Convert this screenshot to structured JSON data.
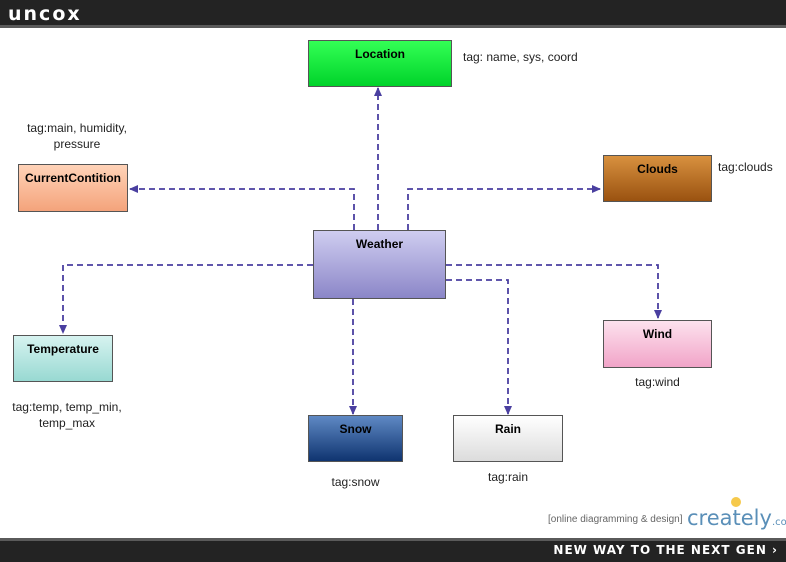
{
  "header": {
    "logo_text": "uncox"
  },
  "footer": {
    "tagline": "NEW WAY TO THE NEXT GEN ›"
  },
  "credit": {
    "text": "[online diagramming & design]",
    "brand": "creately",
    "brand_suffix": ".com"
  },
  "nodes": {
    "location": {
      "label": "Location",
      "tag": "tag: name, sys, coord",
      "color": "#00ee33"
    },
    "current": {
      "label": "CurrentContition",
      "tag": "tag:main, humidity, pressure",
      "color": "#f8b28c"
    },
    "clouds": {
      "label": "Clouds",
      "tag": "tag:clouds",
      "color": "#b86e22"
    },
    "weather": {
      "label": "Weather",
      "color": "#9b97d4"
    },
    "temperature": {
      "label": "Temperature",
      "tag": "tag:temp, temp_min, temp_max",
      "color": "#a8e2dc"
    },
    "wind": {
      "label": "Wind",
      "tag": "tag:wind",
      "color": "#f4b6d2"
    },
    "snow": {
      "label": "Snow",
      "tag": "tag:snow",
      "color": "#204a85"
    },
    "rain": {
      "label": "Rain",
      "tag": "tag:rain",
      "color": "#e8e8e8"
    }
  },
  "line_color": "#4a3fa0"
}
